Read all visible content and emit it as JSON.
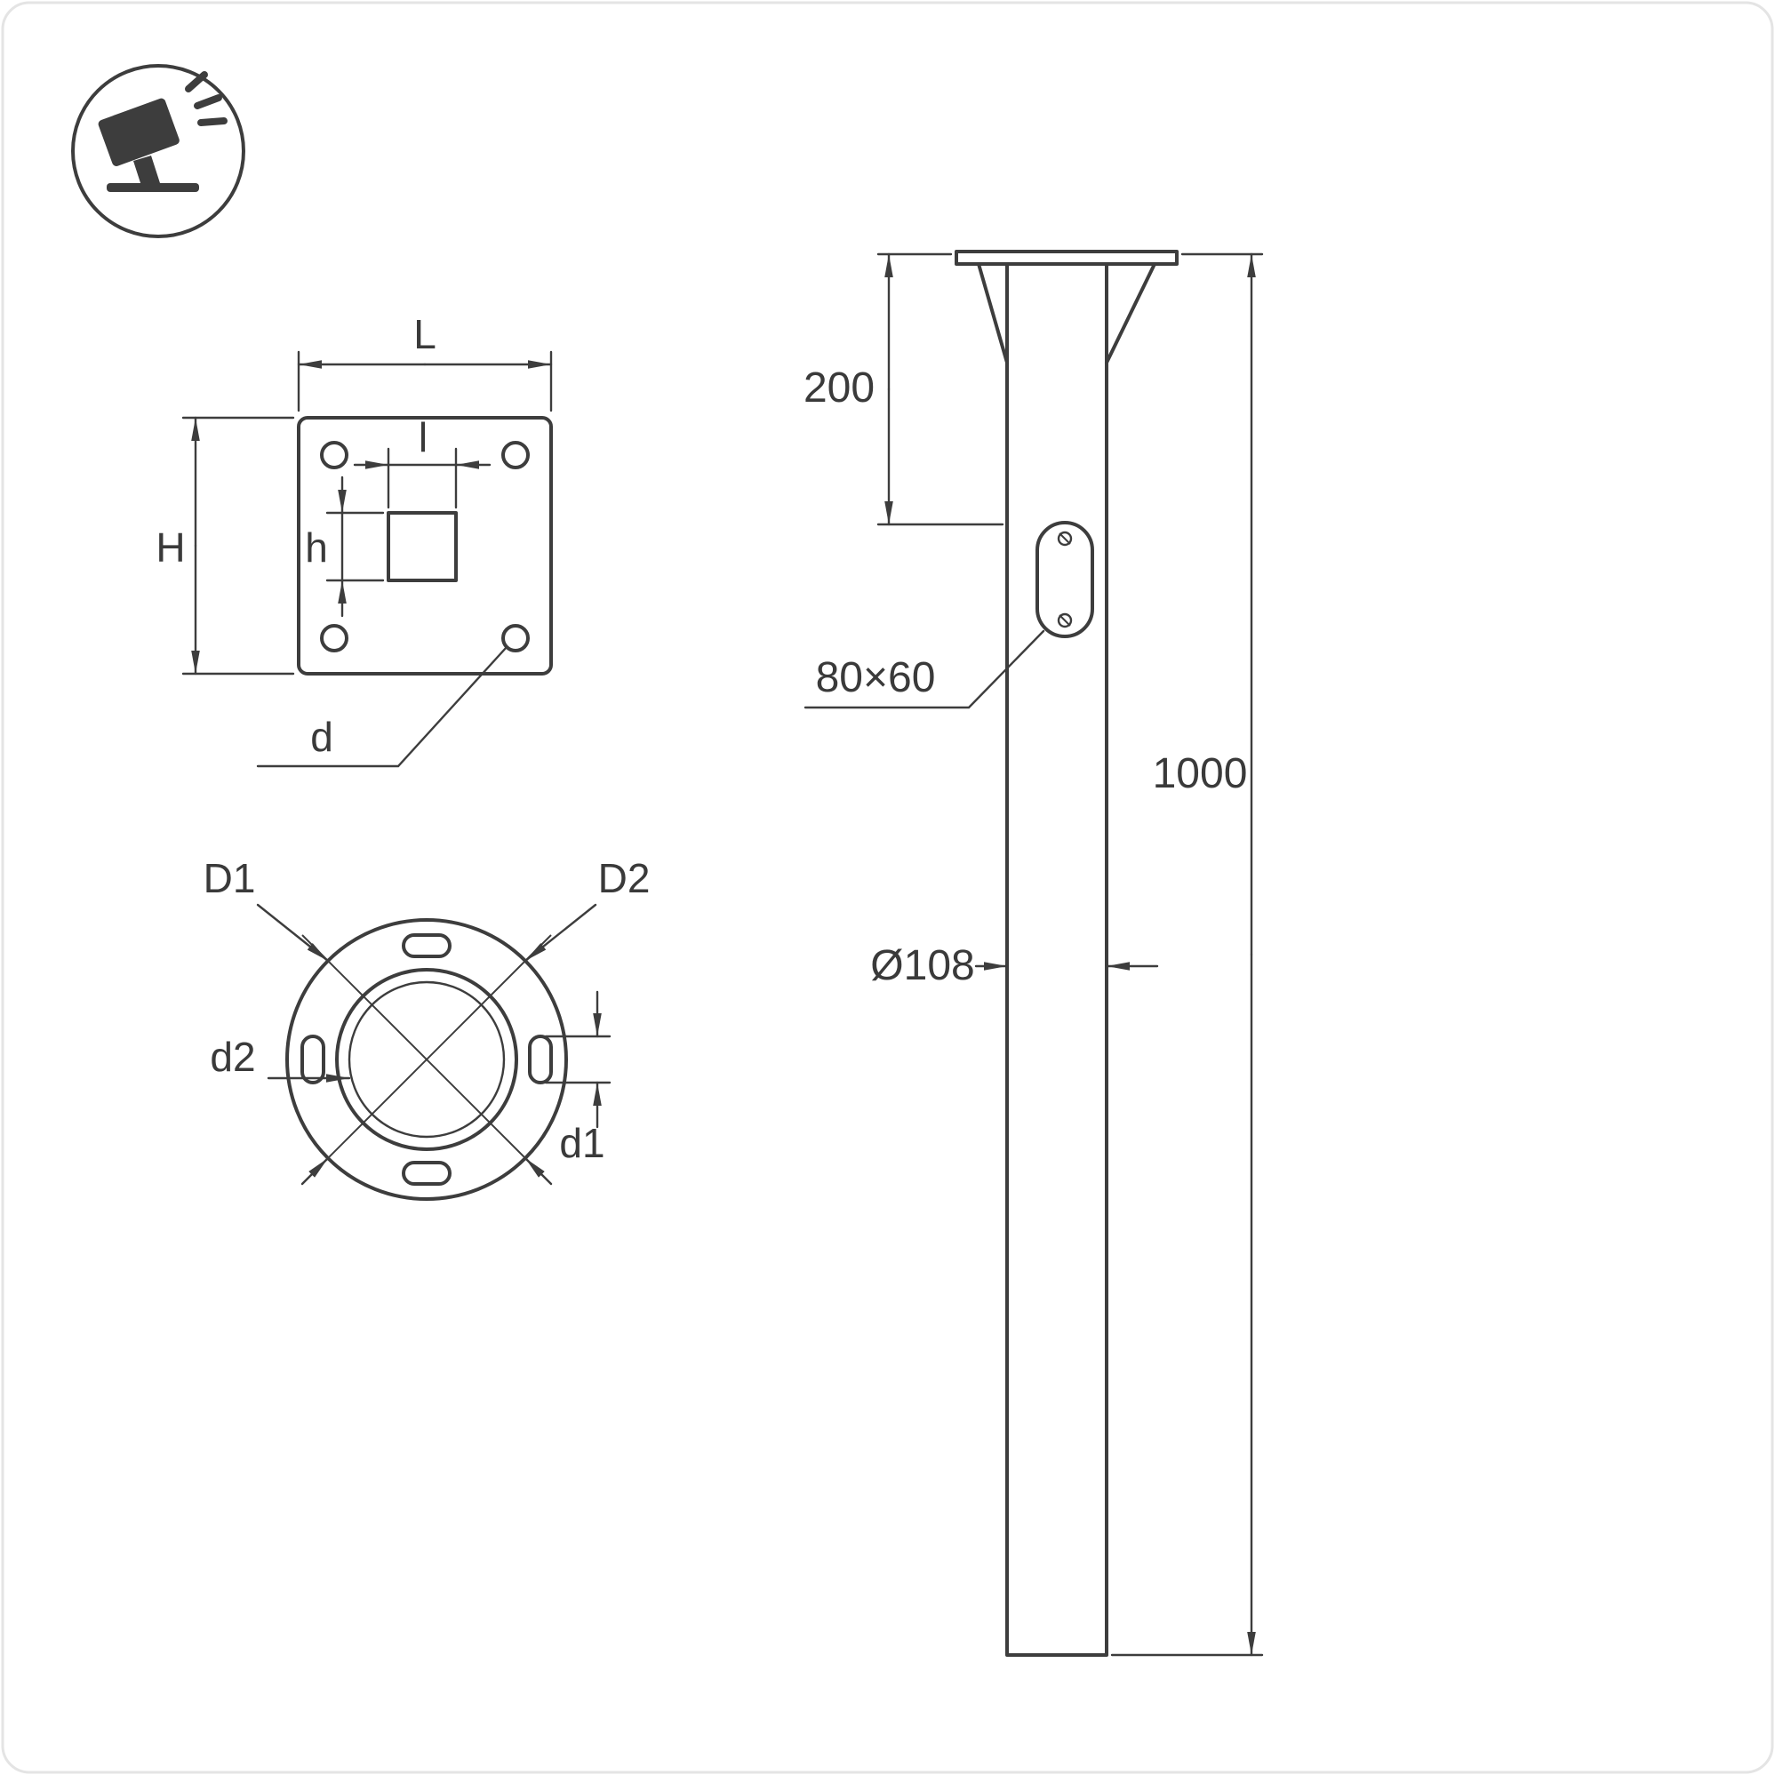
{
  "colors": {
    "line": "#3d3d3d",
    "text": "#3a3a3a",
    "background": "#ffffff",
    "border": "#e4e4e4"
  },
  "icon": {
    "name": "floodlight-icon"
  },
  "flange_top_view": {
    "labels": {
      "plate_width": "L",
      "hole_width": "l",
      "plate_height": "H",
      "hole_height": "h",
      "corner_hole": "d"
    }
  },
  "flange_bottom_view": {
    "labels": {
      "outer_diameter": "D1",
      "bolt_circle_diameter": "D2",
      "slot_diameter": "d1",
      "inner_diameter": "d2"
    }
  },
  "side_view": {
    "dims": {
      "top_section_length": "200",
      "access_hole_size": "80×60",
      "total_length": "1000",
      "pole_diameter": "Ø108"
    }
  }
}
